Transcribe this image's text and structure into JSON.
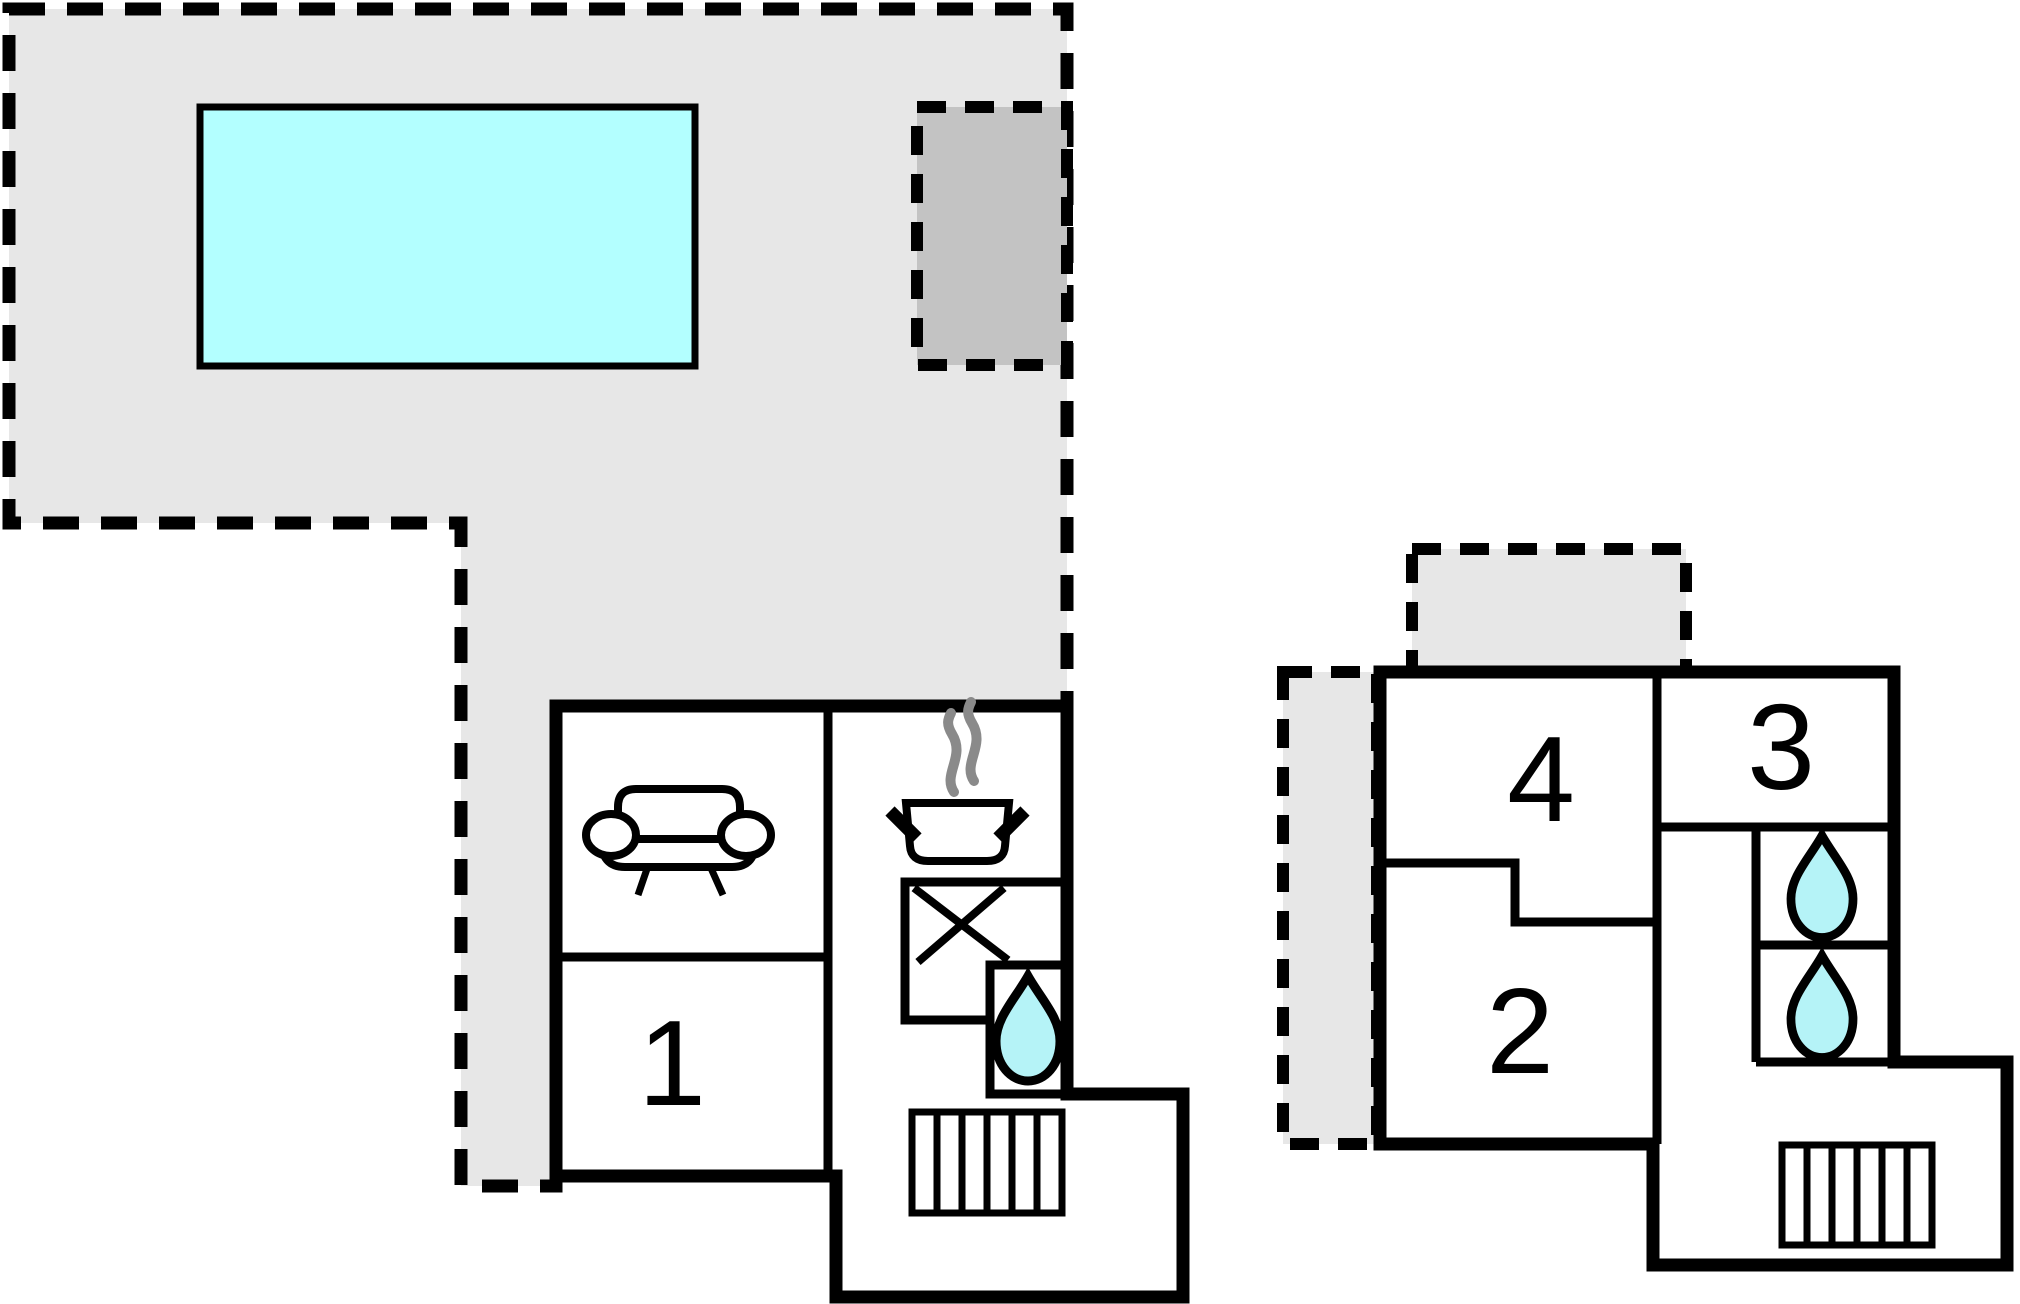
{
  "plan": {
    "title": "holiday-home-floor-plan",
    "rooms": [
      {
        "id": "room-1",
        "label": "1"
      },
      {
        "id": "room-2",
        "label": "2"
      },
      {
        "id": "room-3",
        "label": "3"
      },
      {
        "id": "room-4",
        "label": "4"
      }
    ],
    "colors": {
      "terrace": "#e7e7e7",
      "carport": "#c3c3c3",
      "pool": "#b3ffff",
      "drop": "#b5f3f7",
      "steam": "#8a8a8a",
      "wall": "#000000",
      "background": "#ffffff"
    },
    "icons": [
      "pool",
      "carport",
      "sofa",
      "cooking-pot",
      "steam",
      "sink-cross",
      "water-drop",
      "stairs"
    ]
  }
}
